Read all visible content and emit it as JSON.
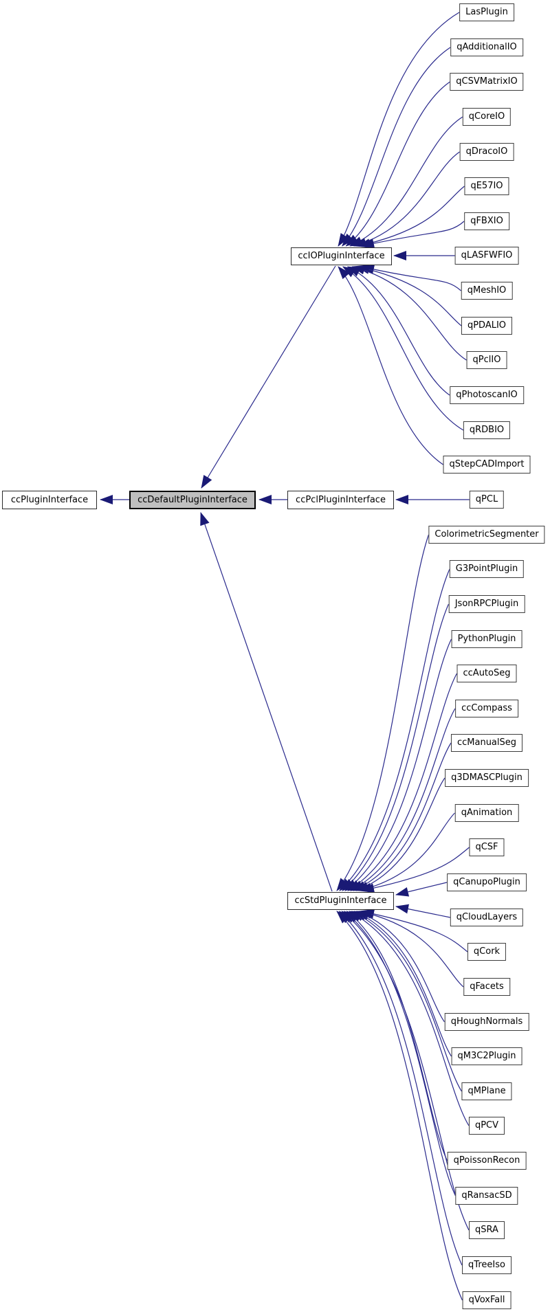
{
  "diagram": {
    "type": "class-inheritance-graph",
    "root": {
      "label": "ccPluginInterface"
    },
    "selected": {
      "label": "ccDefaultPluginInterface"
    },
    "interfaces": [
      {
        "id": "io",
        "label": "ccIOPluginInterface"
      },
      {
        "id": "pcl",
        "label": "ccPclPluginInterface"
      },
      {
        "id": "std",
        "label": "ccStdPluginInterface"
      }
    ],
    "plugins": [
      {
        "label": "LasPlugin",
        "parent": "io"
      },
      {
        "label": "qAdditionalIO",
        "parent": "io"
      },
      {
        "label": "qCSVMatrixIO",
        "parent": "io"
      },
      {
        "label": "qCoreIO",
        "parent": "io"
      },
      {
        "label": "qDracoIO",
        "parent": "io"
      },
      {
        "label": "qE57IO",
        "parent": "io"
      },
      {
        "label": "qFBXIO",
        "parent": "io"
      },
      {
        "label": "qLASFWFIO",
        "parent": "io"
      },
      {
        "label": "qMeshIO",
        "parent": "io"
      },
      {
        "label": "qPDALIO",
        "parent": "io"
      },
      {
        "label": "qPclIO",
        "parent": "io"
      },
      {
        "label": "qPhotoscanIO",
        "parent": "io"
      },
      {
        "label": "qRDBIO",
        "parent": "io"
      },
      {
        "label": "qStepCADImport",
        "parent": "io"
      },
      {
        "label": "qPCL",
        "parent": "pcl"
      },
      {
        "label": "ColorimetricSegmenter",
        "parent": "std"
      },
      {
        "label": "G3PointPlugin",
        "parent": "std"
      },
      {
        "label": "JsonRPCPlugin",
        "parent": "std"
      },
      {
        "label": "PythonPlugin",
        "parent": "std"
      },
      {
        "label": "ccAutoSeg",
        "parent": "std"
      },
      {
        "label": "ccCompass",
        "parent": "std"
      },
      {
        "label": "ccManualSeg",
        "parent": "std"
      },
      {
        "label": "q3DMASCPlugin",
        "parent": "std"
      },
      {
        "label": "qAnimation",
        "parent": "std"
      },
      {
        "label": "qCSF",
        "parent": "std"
      },
      {
        "label": "qCanupoPlugin",
        "parent": "std"
      },
      {
        "label": "qCloudLayers",
        "parent": "std"
      },
      {
        "label": "qCork",
        "parent": "std"
      },
      {
        "label": "qFacets",
        "parent": "std"
      },
      {
        "label": "qHoughNormals",
        "parent": "std"
      },
      {
        "label": "qM3C2Plugin",
        "parent": "std"
      },
      {
        "label": "qMPlane",
        "parent": "std"
      },
      {
        "label": "qPCV",
        "parent": "std"
      },
      {
        "label": "qPoissonRecon",
        "parent": "std"
      },
      {
        "label": "qRansacSD",
        "parent": "std"
      },
      {
        "label": "qSRA",
        "parent": "std"
      },
      {
        "label": "qTreeIso",
        "parent": "std"
      },
      {
        "label": "qVoxFall",
        "parent": "std"
      }
    ],
    "colors": {
      "edge": "#29298c",
      "arrowhead": "#1a1a75",
      "box_fill": "#ffffff",
      "box_border": "#3c3c3c",
      "selected_fill": "#bfbfbf",
      "selected_border": "#000000",
      "text": "#000000",
      "background": "#ffffff"
    }
  }
}
